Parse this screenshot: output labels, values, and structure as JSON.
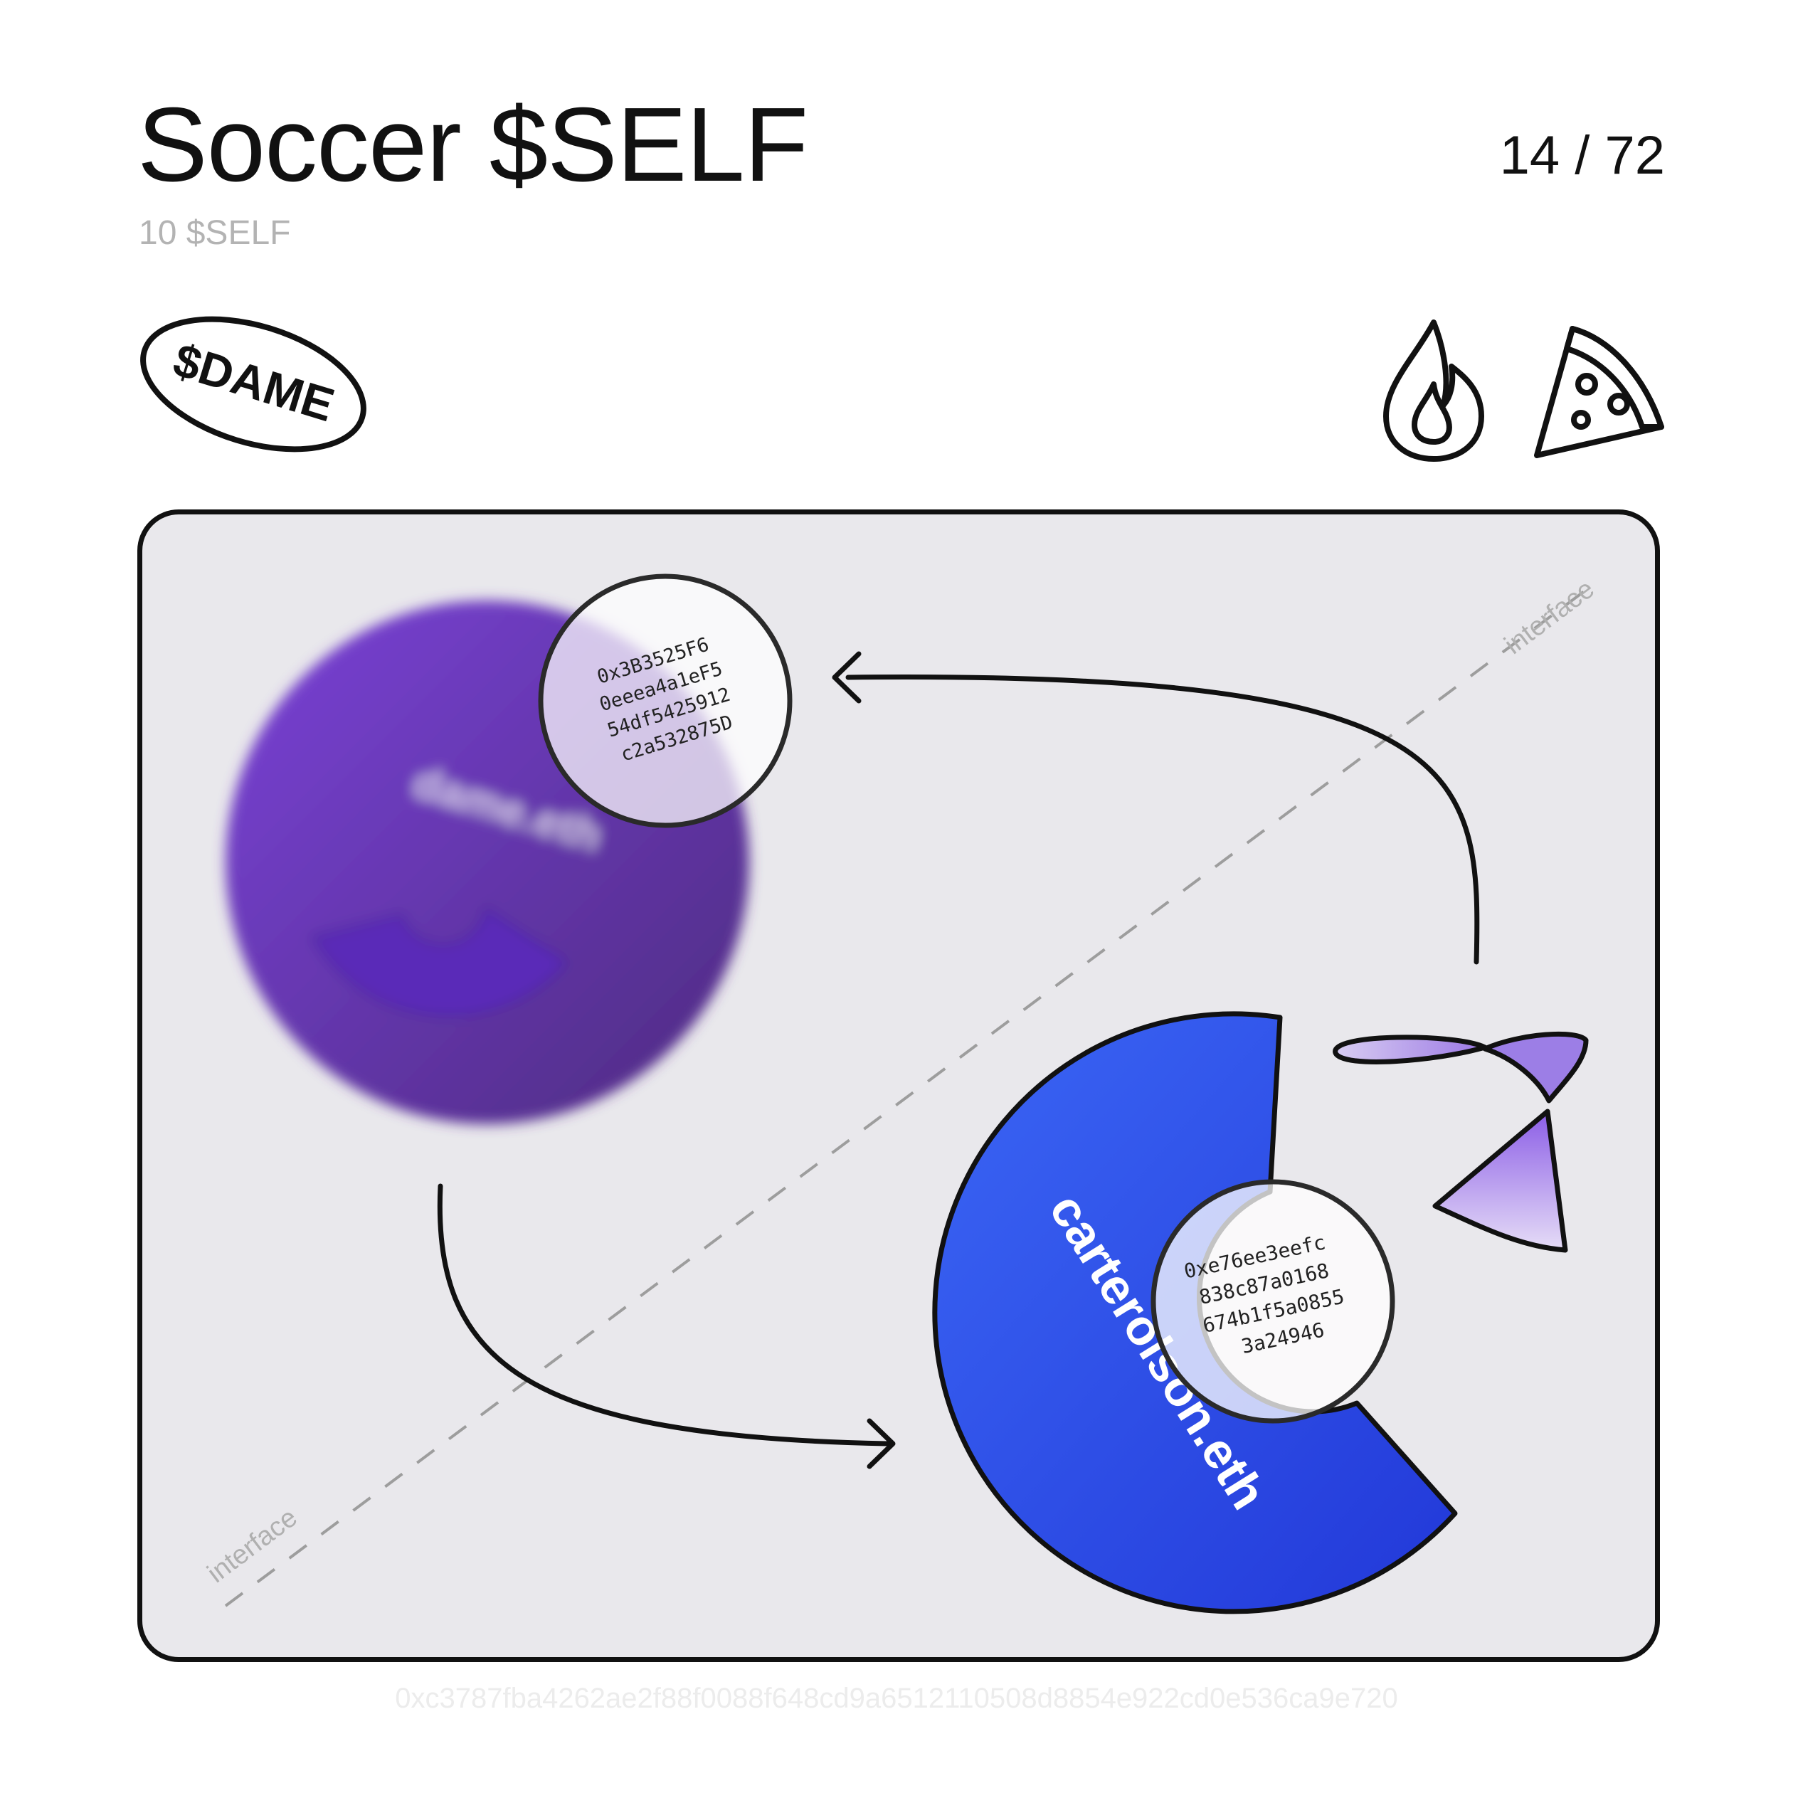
{
  "header": {
    "title": "Soccer $SELF",
    "subtitle": "10 $SELF",
    "counter": "14 / 72"
  },
  "badge": {
    "label": "$DAME"
  },
  "icons": [
    "flame-icon",
    "pizza-icon"
  ],
  "interface_labels": {
    "top": "interface",
    "bottom": "interface"
  },
  "sender": {
    "name": "dame.eth",
    "address_lines": [
      "0x3B3525F6",
      "0eeea4a1eF5",
      "54df5425912",
      "c2a532875D"
    ],
    "color": "#6a3bc4"
  },
  "receiver": {
    "name": "carterolson.eth",
    "address_lines": [
      "0xe76ee3eefc",
      "838c87a0168",
      "674b1f5a0855",
      "3a24946"
    ],
    "color": "#2f55ea"
  },
  "accent_color": "#9c7ee6",
  "footer": {
    "hash": "0xc3787fba4262ae2f88f0088f648cd9a6512110508d8854e922cd0e536ca9e720"
  }
}
